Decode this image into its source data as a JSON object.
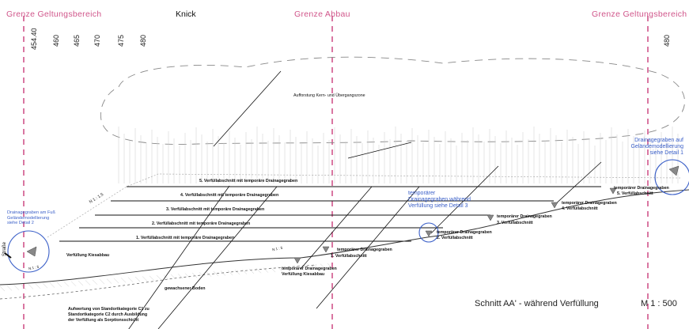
{
  "header": {
    "grenze_geltung_left": "Grenze Geltungsbereich",
    "knick": "Knick",
    "grenze_abbau": "Grenze Abbau",
    "grenze_geltung_right": "Grenze Geltungsbereich"
  },
  "elevation_ticks_left": [
    "454.40",
    "460",
    "465",
    "470",
    "475",
    "480"
  ],
  "elevation_tick_right": "480",
  "aufforstung": "Aufforstung Kern- und Übergangszone",
  "slope_upper": "N 1 : 1.5",
  "slope_lower_a": "N 1 : 5",
  "slope_lower_b": "N 1 : 5",
  "strasse": "Straße",
  "layers": [
    "5. Verfüllabschnitt mit temporäre Drainagegraben",
    "4. Verfüllabschnitt mit temporäre Drainagegraben",
    "3. Verfüllabschnitt mit temporäre Drainagegraben",
    "2. Verfüllabschnitt mit temporäre Drainagegraben",
    "1. Verfüllabschnitt mit temporäre Drainagegraben"
  ],
  "notes": {
    "verfuellung_kiesabbau": "Verfüllung Kiesabbau",
    "gewachsener_boden": "gewachsener Boden",
    "aufwertung": [
      "Aufwertung von Standortkategorie C1 zu",
      "Standortkategorie C2 durch Ausbildung",
      "der Verfüllung als Sorptionsschicht"
    ],
    "temp_kiesabbau": [
      "temporärer Drainagegraben",
      "Verfüllung Kiesabbau"
    ],
    "temp_1": [
      "temporärer Drainagegraben",
      "1. Verfüllabschnitt"
    ],
    "temp_2": [
      "temporärer Drainagegraben",
      "2. Verfüllabschnitt"
    ],
    "temp_3": [
      "temporärer Drainagegraben",
      "3. Verfüllabschnitt"
    ],
    "temp_4": [
      "temporärer Drainagegraben",
      "4. Verfüllabschnitt"
    ],
    "temp_5": [
      "temporärer Drainagegraben",
      "5. Verfüllabschnitt"
    ]
  },
  "callouts": {
    "detail2": "Drainagegraben am Fuß Geländemodellierung siehe Detail 2",
    "detail3": "temporärer Drainagegraben während Verfüllung siehe Detail 3",
    "detail1": "Drainagegraben auf Geländemodellierung siehe Detail 1"
  },
  "footer": {
    "title": "Schnitt AA' -  während Verfüllung",
    "scale": "M 1 : 500"
  },
  "colors": {
    "boundary": "#d0558a",
    "callout": "#3a5fc8",
    "ink": "#111111"
  }
}
